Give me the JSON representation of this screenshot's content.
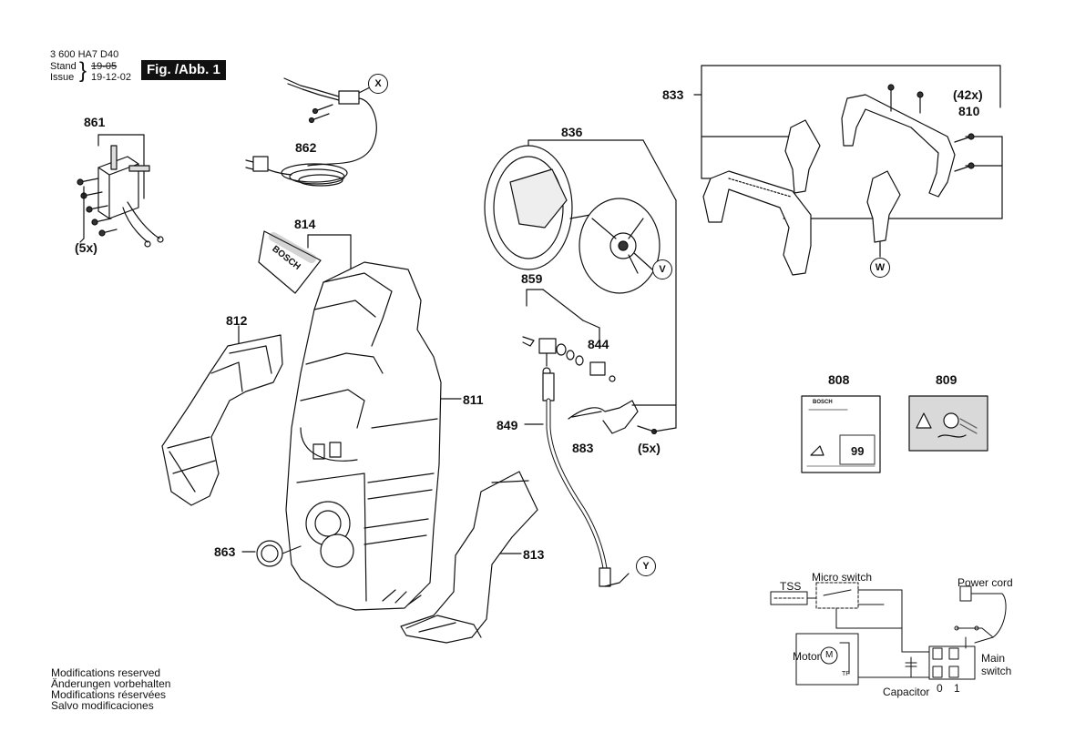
{
  "header": {
    "part_number": "3 600 HA7 D40",
    "stand_label": "Stand",
    "stand_value": "19-05",
    "issue_label": "Issue",
    "issue_value": "19-12-02",
    "figure": "Fig. /Abb. 1"
  },
  "parts": {
    "p861": "861",
    "p5x_left": "(5x)",
    "p862": "862",
    "p814": "814",
    "p812": "812",
    "p811": "811",
    "p863": "863",
    "p813": "813",
    "p836": "836",
    "p859": "859",
    "p844": "844",
    "p849": "849",
    "p883": "883",
    "p5x_mid": "(5x)",
    "p833": "833",
    "p42x": "(42x)",
    "p810": "810",
    "p808": "808",
    "p809": "809"
  },
  "callouts": {
    "x": "X",
    "v": "V",
    "w": "W",
    "y": "Y"
  },
  "sticker": {
    "brand": "BOSCH",
    "number": "99"
  },
  "wiring": {
    "tss": "TSS",
    "micro_switch": "Micro switch",
    "power_cord": "Power cord",
    "motor": "Motor",
    "motor_symbol": "M",
    "tp": "TP",
    "main": "Main",
    "switch": "switch",
    "capacitor": "Capacitor",
    "pos0": "0",
    "pos1": "1"
  },
  "footer": {
    "line1": "Modifications reserved",
    "line2": "Änderungen vorbehalten",
    "line3": "Modifications réservées",
    "line4": "Salvo modificaciones"
  }
}
